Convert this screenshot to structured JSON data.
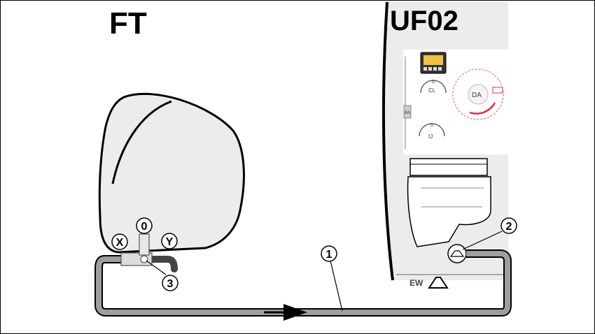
{
  "labels": {
    "tank_label": "FT",
    "unit_label": "UF02",
    "valve_pos_x": "X",
    "valve_pos_0": "0",
    "valve_pos_y": "Y",
    "callout_1": "1",
    "callout_2": "2",
    "callout_3": "3",
    "ew_label": "EW"
  },
  "panel": {
    "dial_label": "DA",
    "cl_label": "CL",
    "ij_label": "IJ",
    "ba_label": "BA",
    "zero_label": "0"
  },
  "colors": {
    "tank_fill": "#ececec",
    "cabinet_fill": "#ececec",
    "pipe": "#9e9e9e",
    "accent_red": "#e0303a",
    "dial_ring": "#e77b80"
  }
}
